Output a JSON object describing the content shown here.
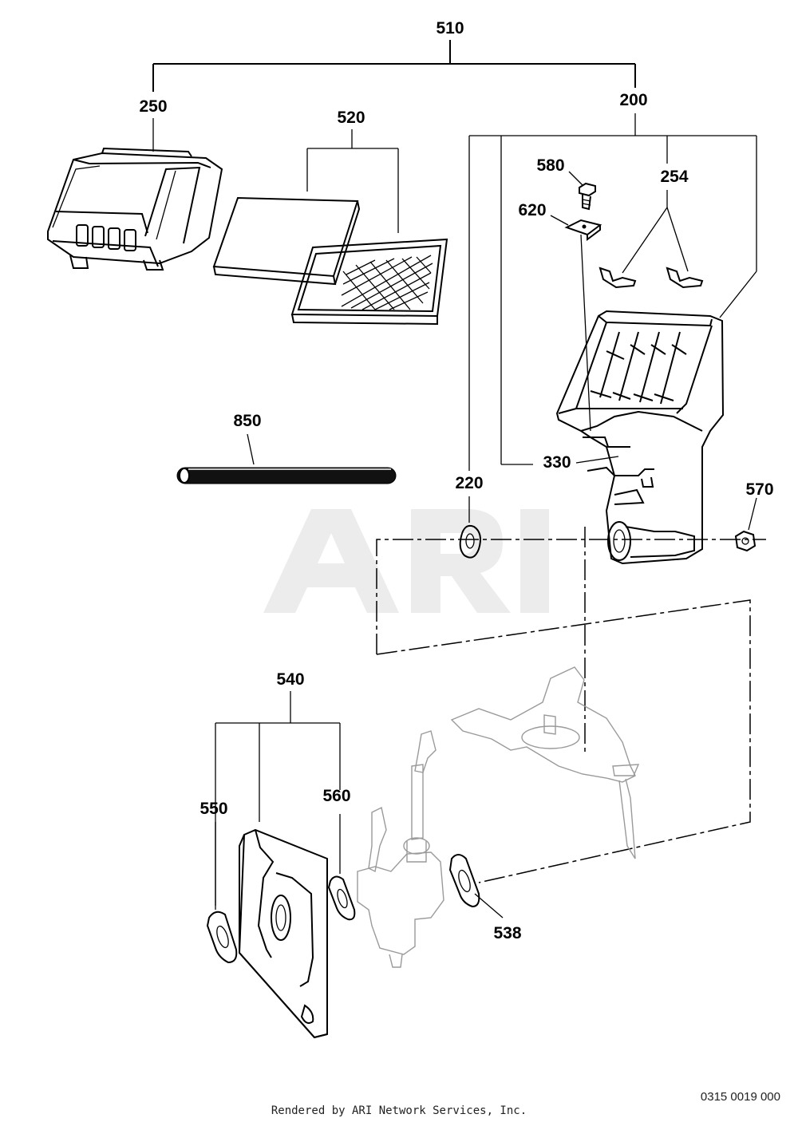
{
  "watermark": "ARI",
  "callouts": {
    "c510": "510",
    "c250": "250",
    "c520": "520",
    "c200": "200",
    "c580": "580",
    "c254": "254",
    "c620": "620",
    "c850": "850",
    "c330": "330",
    "c220": "220",
    "c570": "570",
    "c540": "540",
    "c560": "560",
    "c550": "550",
    "c538": "538"
  },
  "footer": {
    "credit": "Rendered by ARI Network Services, Inc.",
    "code": "0315 0019 000"
  }
}
